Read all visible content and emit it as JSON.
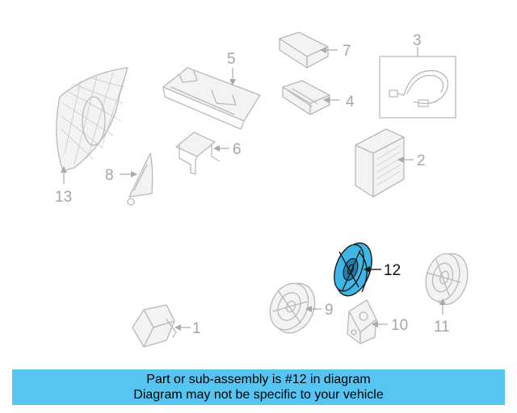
{
  "callouts": {
    "p1": "1",
    "p2": "2",
    "p3": "3",
    "p4": "4",
    "p5": "5",
    "p6": "6",
    "p7": "7",
    "p8": "8",
    "p9": "9",
    "p10": "10",
    "p11": "11",
    "p12": "12",
    "p13": "13"
  },
  "highlight": {
    "part": "12",
    "color": "#3fb6e6"
  },
  "banner": {
    "line1": "Part or sub-assembly is #12 in diagram",
    "line2": "Diagram may not be specific to your vehicle",
    "color": "#56c5f2"
  }
}
